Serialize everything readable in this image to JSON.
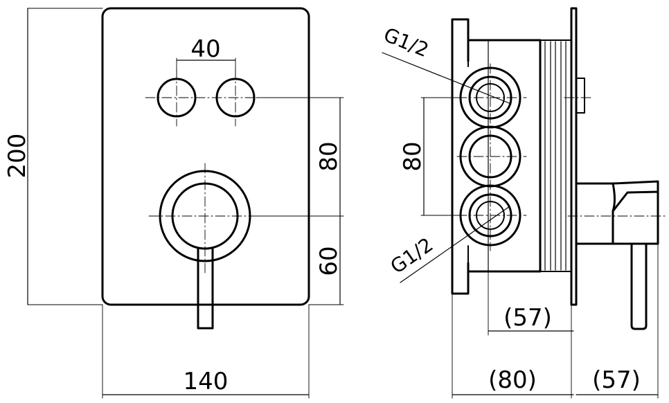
{
  "dimensions": {
    "overall_height": "200",
    "overall_width": "140",
    "button_spacing": "40",
    "buttons_to_center": "80",
    "center_to_bottom": "60",
    "port_spacing": "80",
    "box_depth_inner": "(57)",
    "box_depth": "(80)",
    "handle_projection": "(57)"
  },
  "labels": {
    "thread_top": "G1/2",
    "thread_bottom": "G1/2"
  }
}
